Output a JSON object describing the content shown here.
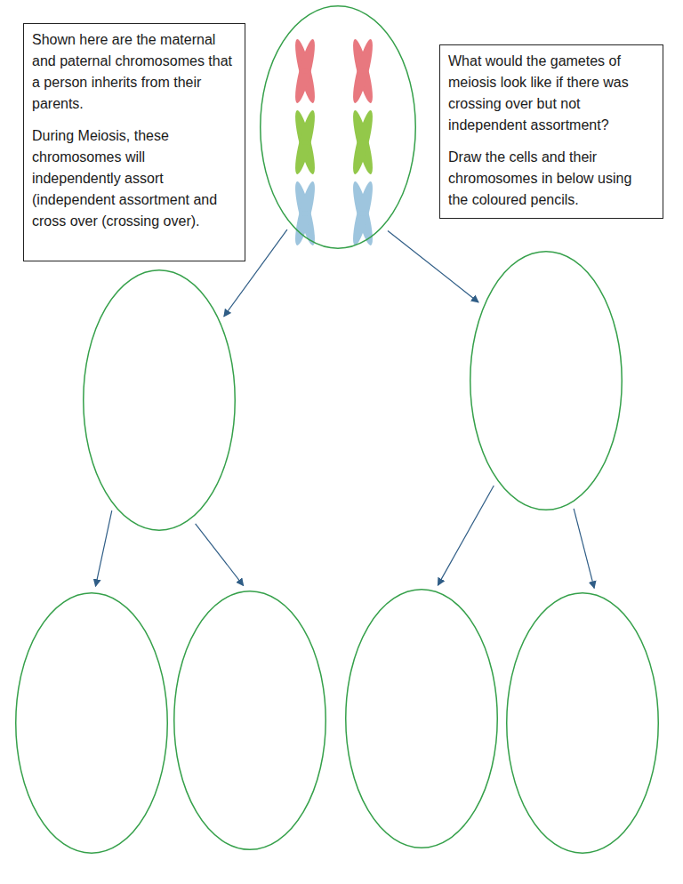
{
  "diagram": {
    "nodes": [
      {
        "text": [
          "Shown here are the maternal and paternal chromosomes that a person inherits from their parents.",
          "During Meiosis, these chromosomes will independently assort (independent assortment and cross over (crossing over)."
        ]
      },
      {
        "text": []
      },
      {
        "text": [
          "What would the gametes of meiosis look like if there was crossing over but not independent assortment?",
          "Draw the cells and their chromosomes in below using the coloured pencils."
        ]
      },
      {
        "text": []
      },
      {
        "text": []
      },
      {
        "text": []
      },
      {
        "text": []
      },
      {
        "text": []
      },
      {
        "text": []
      }
    ],
    "edges": [
      {
        "from": 1,
        "to": 3,
        "arrow": "to"
      },
      {
        "from": 1,
        "to": 4,
        "arrow": "to"
      },
      {
        "from": 3,
        "to": 5,
        "arrow": "to"
      },
      {
        "from": 3,
        "to": 6,
        "arrow": "to"
      },
      {
        "from": 4,
        "to": 7,
        "arrow": "to"
      },
      {
        "from": 4,
        "to": 8,
        "arrow": "to"
      }
    ]
  }
}
